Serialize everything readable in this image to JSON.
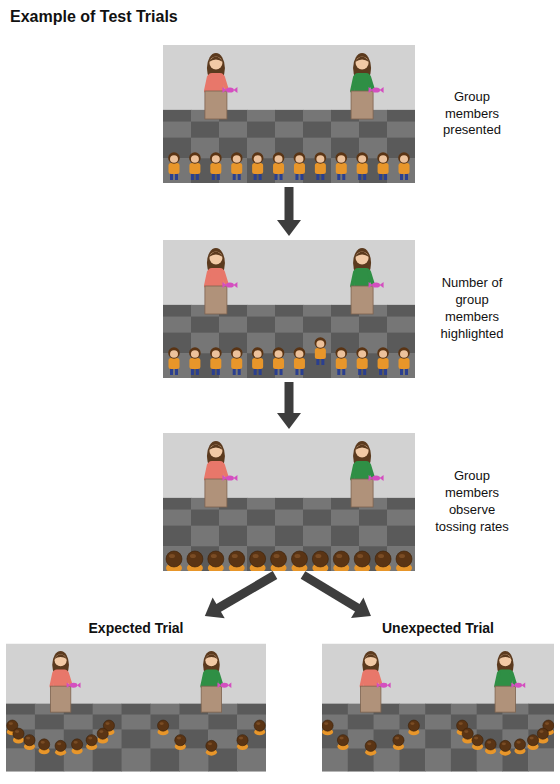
{
  "diagram": {
    "title": "Example of Test Trials",
    "nodes": [
      {
        "text": [
          "Group members presented"
        ]
      },
      {
        "text": [
          "Number of group members highlighted"
        ]
      },
      {
        "text": [
          "Group members observe tossing rates"
        ]
      },
      {
        "text": [
          "Expected Trial"
        ]
      },
      {
        "text": [
          "Unexpected Trial"
        ]
      }
    ],
    "edges": [
      {
        "from": 0,
        "to": 1,
        "arrow": "to"
      },
      {
        "from": 1,
        "to": 2,
        "arrow": "to"
      },
      {
        "from": 2,
        "to": 3,
        "arrow": "to"
      },
      {
        "from": 2,
        "to": 4,
        "arrow": "to"
      }
    ]
  }
}
